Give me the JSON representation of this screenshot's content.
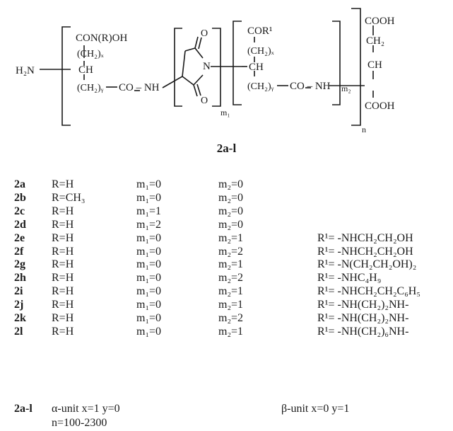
{
  "compound_label": "2a-l",
  "structure": {
    "amine_group": "H₂N",
    "unit1": {
      "side_group": "CON(R)OH",
      "chain_x": "(CH₂)ₓ",
      "ch": "CH",
      "chain_y": "(CH₂)ᵧ",
      "linkage": "CO – NH"
    },
    "imide": {
      "oxo_top": "O",
      "oxo_bottom": "O",
      "nitrogen": "N",
      "repeat_subscript": "m₁"
    },
    "unit2": {
      "side_group": "COR¹",
      "chain_x": "(CH₂)ₓ",
      "ch": "CH",
      "chain_y": "(CH₂)ᵧ",
      "linkage": "CO – NH",
      "repeat_subscript": "m₂"
    },
    "polymer_subscript": "n",
    "end_group": [
      "COOH",
      "CH₂",
      "CH",
      "COOH"
    ]
  },
  "series": [
    {
      "id": "2a",
      "r": "R=H",
      "m1": "m₁=0",
      "m2": "m₂=0",
      "r1": ""
    },
    {
      "id": "2b",
      "r": "R=CH₃",
      "m1": "m₁=0",
      "m2": "m₂=0",
      "r1": ""
    },
    {
      "id": "2c",
      "r": "R=H",
      "m1": "m₁=1",
      "m2": "m₂=0",
      "r1": ""
    },
    {
      "id": "2d",
      "r": "R=H",
      "m1": "m₁=2",
      "m2": "m₂=0",
      "r1": ""
    },
    {
      "id": "2e",
      "r": "R=H",
      "m1": "m₁=0",
      "m2": "m₂=1",
      "r1": "R¹= -NHCH₂CH₂OH"
    },
    {
      "id": "2f",
      "r": "R=H",
      "m1": "m₁=0",
      "m2": "m₂=2",
      "r1": "R¹= -NHCH₂CH₂OH"
    },
    {
      "id": "2g",
      "r": "R=H",
      "m1": "m₁=0",
      "m2": "m₂=1",
      "r1": "R¹= -N(CH₂CH₂OH)₂"
    },
    {
      "id": "2h",
      "r": "R=H",
      "m1": "m₁=0",
      "m2": "m₂=2",
      "r1": "R¹= -NHC₄H₉"
    },
    {
      "id": "2i",
      "r": "R=H",
      "m1": "m₁=0",
      "m2": "m₂=1",
      "r1": "R¹= -NHCH₂CH₂C₆H₅"
    },
    {
      "id": "2j",
      "r": "R=H",
      "m1": "m₁=0",
      "m2": "m₂=1",
      "r1": "R¹= -NH(CH₂)₂NH-"
    },
    {
      "id": "2k",
      "r": "R=H",
      "m1": "m₁=0",
      "m2": "m₂=2",
      "r1": "R¹= -NH(CH₂)₂NH-"
    },
    {
      "id": "2l",
      "r": "R=H",
      "m1": "m₁=0",
      "m2": "m₂=1",
      "r1": "R¹= -NH(CH₂)₆NH-"
    }
  ],
  "footer": {
    "id": "2a-l",
    "alpha": "α-unit  x=1   y=0",
    "beta": "β-unit  x=0   y=1",
    "n_range": "n=100-2300"
  }
}
